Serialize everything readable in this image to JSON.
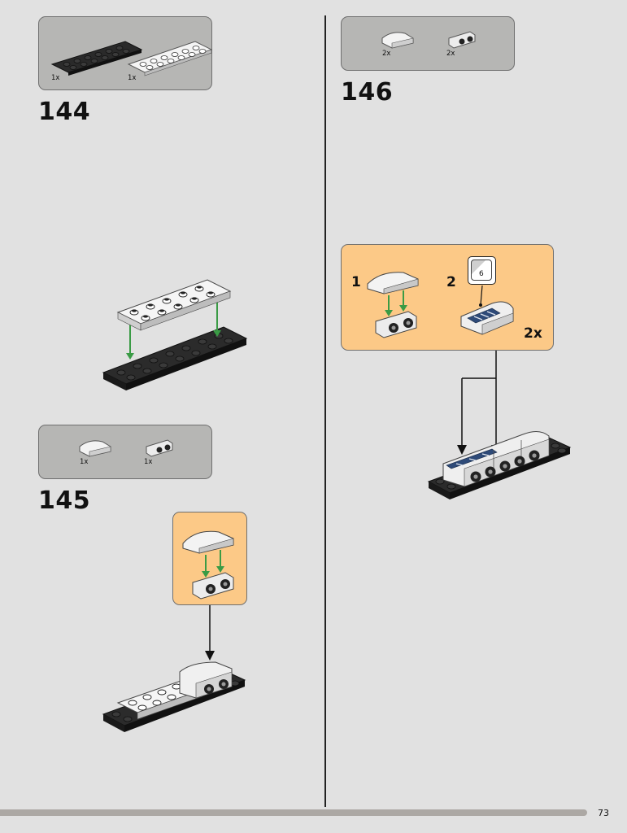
{
  "steps": [
    {
      "number": "144",
      "parts": [
        {
          "name": "black-plate-2x6",
          "qty": "1x"
        },
        {
          "name": "white-plate-2x6",
          "qty": "1x"
        }
      ]
    },
    {
      "number": "145",
      "parts": [
        {
          "name": "white-curved-slope",
          "qty": "1x"
        },
        {
          "name": "white-bracket-plate",
          "qty": "1x"
        }
      ]
    },
    {
      "number": "146",
      "parts": [
        {
          "name": "white-curved-slope",
          "qty": "2x"
        },
        {
          "name": "white-bracket-plate",
          "qty": "2x"
        }
      ],
      "callout": {
        "sub1": "1",
        "sub2": "2",
        "sticker": "6",
        "multiplier": "2x"
      }
    }
  ],
  "page_number": "73",
  "colors": {
    "background": "#e1e1e1",
    "parts_box": "#b6b6b4",
    "callout": "#fcc987",
    "arrow_green": "#3a9b45"
  }
}
